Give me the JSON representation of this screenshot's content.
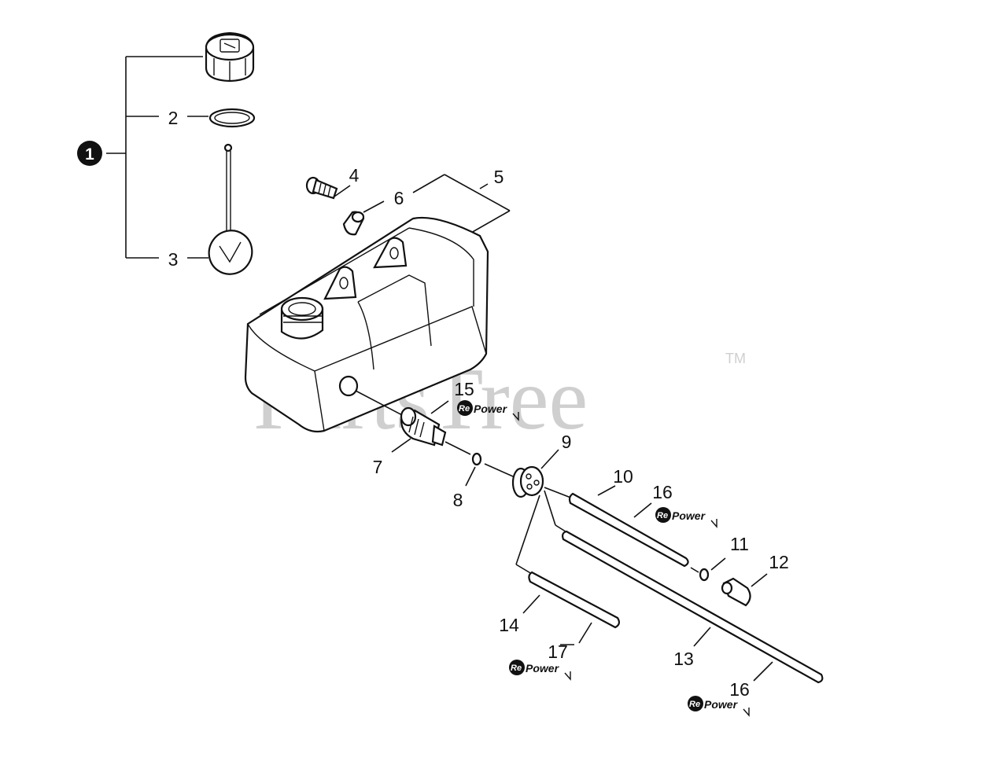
{
  "watermark": {
    "brand": "PartsTree",
    "trademark": "TM"
  },
  "repower_badge": {
    "prefix": "Re",
    "text": "Power"
  },
  "callouts": [
    {
      "id": "1",
      "label": "1"
    },
    {
      "id": "2",
      "label": "2"
    },
    {
      "id": "3",
      "label": "3"
    },
    {
      "id": "4",
      "label": "4"
    },
    {
      "id": "5",
      "label": "5"
    },
    {
      "id": "6",
      "label": "6"
    },
    {
      "id": "7",
      "label": "7"
    },
    {
      "id": "8",
      "label": "8"
    },
    {
      "id": "9",
      "label": "9"
    },
    {
      "id": "10",
      "label": "10"
    },
    {
      "id": "11",
      "label": "11"
    },
    {
      "id": "12",
      "label": "12"
    },
    {
      "id": "13",
      "label": "13"
    },
    {
      "id": "14",
      "label": "14"
    },
    {
      "id": "15",
      "label": "15"
    },
    {
      "id": "16a",
      "label": "16"
    },
    {
      "id": "16b",
      "label": "16"
    },
    {
      "id": "17",
      "label": "17"
    }
  ]
}
